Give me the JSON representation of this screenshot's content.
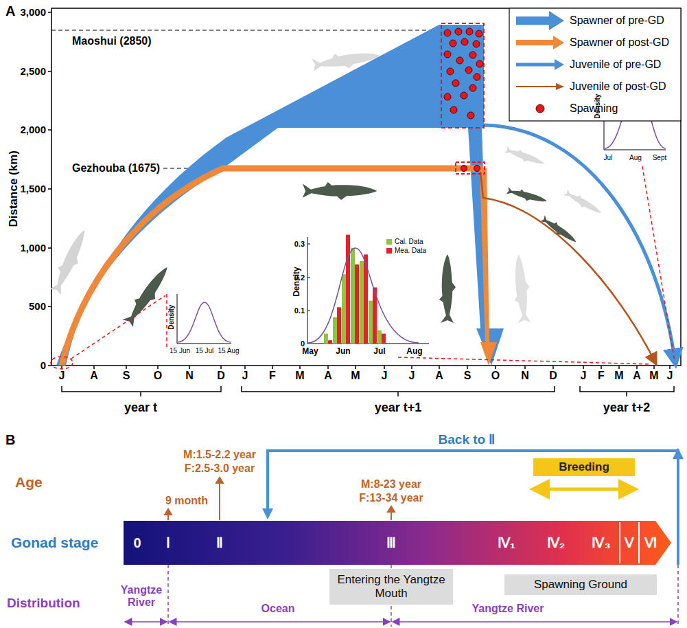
{
  "diagram": {
    "nodes": [
      {
        "text": [
          "Breeding"
        ]
      },
      {
        "text": [
          "Entering the Yangtze Mouth"
        ]
      },
      {
        "text": [
          "Spawning Ground"
        ]
      }
    ],
    "labels": [
      "A",
      "Distance (km)",
      "0",
      "500",
      "1,000",
      "1,500",
      "2,000",
      "2,500",
      "3,000",
      "Maoshui (2850)",
      "Gezhouba (1675)",
      "J",
      "A",
      "S",
      "O",
      "N",
      "D",
      "J",
      "F",
      "M",
      "A",
      "M",
      "J",
      "J",
      "A",
      "S",
      "O",
      "N",
      "D",
      "J",
      "F",
      "M",
      "A",
      "M",
      "J",
      "year t",
      "year t+1",
      "year t+2",
      "Density",
      "15 Jun",
      "15 Jul",
      "15 Aug",
      "Density",
      "0.3",
      "0.2",
      "0.1",
      "0",
      "May",
      "Jun",
      "Jul",
      "Aug",
      "Cal. Data",
      "Mea. Data",
      "Density",
      "Jul",
      "Aug",
      "Sept",
      "B",
      "Age",
      "9 month",
      "M:1.5-2.2 year",
      "F:2.5-3.0 year",
      "M:8-23 year",
      "F:13-34 year",
      "Back to Ⅱ",
      "Gonad stage",
      "0",
      "Ⅰ",
      "Ⅱ",
      "Ⅲ",
      "Ⅳ₁",
      "Ⅳ₂",
      "Ⅳ₃",
      "Ⅴ",
      "Ⅵ",
      "Distribution",
      "Yangtze River",
      "Ocean",
      "Yangtze River"
    ],
    "legend": [
      {
        "text": "Spawner of pre-GD"
      },
      {
        "text": "Spawner of post-GD"
      },
      {
        "text": "Juvenile of pre-GD"
      },
      {
        "text": "Juvenile of post-GD"
      },
      {
        "text": "Spawning"
      }
    ]
  }
}
